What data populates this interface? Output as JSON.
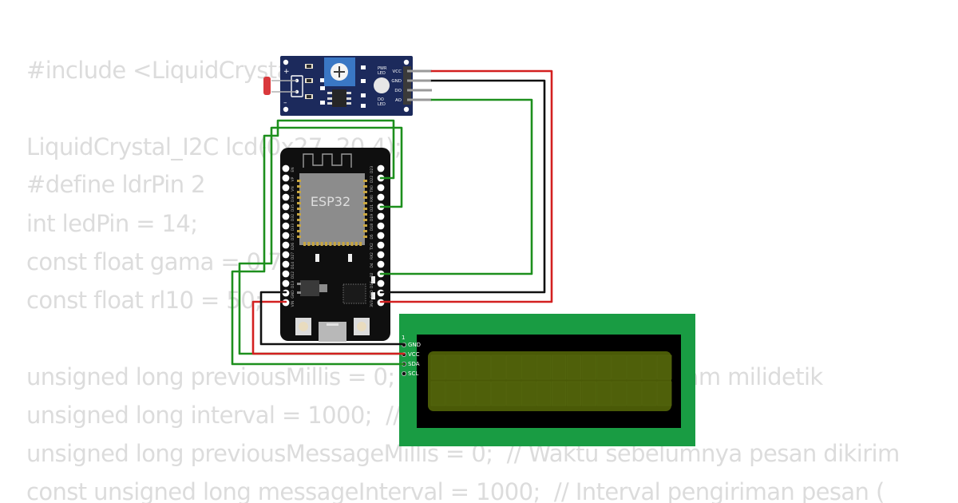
{
  "code": {
    "lines": [
      "#include <LiquidCrystal_I2C.h>",
      "LiquidCrystal_I2C lcd(0x27, 20,4);",
      "#define ldrPin 2",
      "int ledPin = 14;",
      "const float gama = 0.7;",
      "const float rl10 = 50;",
      "unsigned long previousMillis = 0;  // Waktu sebelumnya dalam milidetik",
      "unsigned long interval = 1000;  // Interval dalam milidetik",
      "unsigned long previousMessageMillis = 0;  // Waktu sebelumnya pesan dikirim",
      "const unsigned long messageInterval = 1000;  // Interval pengiriman pesan ("
    ]
  },
  "ldr_module": {
    "pins": [
      "VCC",
      "GND",
      "DO",
      "AO"
    ],
    "pwr_led_label": [
      "PWR",
      "LED"
    ],
    "do_led_label": [
      "DO",
      "LED"
    ],
    "polarity_plus": "+",
    "polarity_minus": "–"
  },
  "esp32": {
    "chip_label": "ESP32",
    "left_pins": [
      "EN",
      "VP",
      "VN",
      "D34",
      "D35",
      "D32",
      "D33",
      "D25",
      "D26",
      "D27",
      "D14",
      "D12",
      "D13",
      "GND",
      "VIN"
    ],
    "right_pins": [
      "D23",
      "D22",
      "TX0",
      "RX0",
      "D21",
      "D19",
      "D18",
      "D5",
      "TX2",
      "RX2",
      "D4",
      "D2",
      "D15",
      "GND",
      "3V3"
    ]
  },
  "lcd": {
    "pin_one_marker": "1",
    "pins": [
      "GND",
      "VCC",
      "SDA",
      "SCL"
    ]
  },
  "colors": {
    "wire_red": "#d32020",
    "wire_black": "#111111",
    "wire_green": "#1d8f1d",
    "pcb_blue": "#1c2a5c",
    "lcd_board": "#199c43",
    "lcd_screen": "#4a5a07"
  }
}
